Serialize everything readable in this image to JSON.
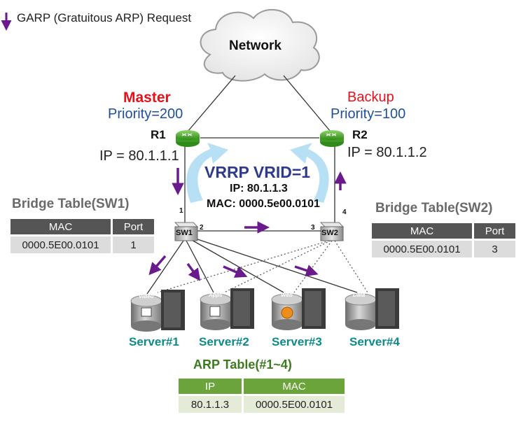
{
  "legend": {
    "text": "GARP (Gratuitous ARP) Request"
  },
  "network": {
    "label": "Network"
  },
  "routers": [
    {
      "role": "Master",
      "priority": "Priority=200",
      "name": "R1",
      "ip": "IP = 80.1.1.1"
    },
    {
      "role": "Backup",
      "priority": "Priority=100",
      "name": "R2",
      "ip": "IP = 80.1.1.2"
    }
  ],
  "vrrp": {
    "title": "VRRP VRID=1",
    "ip": "IP: 80.1.1.3",
    "mac": "MAC: 0000.5e00.0101"
  },
  "switches": [
    {
      "name": "SW1",
      "ports": [
        "1",
        "2"
      ]
    },
    {
      "name": "SW2",
      "ports": [
        "3",
        "4"
      ]
    }
  ],
  "bridge_tables": [
    {
      "title": "Bridge Table(SW1)",
      "headers": [
        "MAC",
        "Port"
      ],
      "rows": [
        [
          "0000.5E00.0101",
          "1"
        ]
      ]
    },
    {
      "title": "Bridge Table(SW2)",
      "headers": [
        "MAC",
        "Port"
      ],
      "rows": [
        [
          "0000.5E00.0101",
          "3"
        ]
      ]
    }
  ],
  "servers": [
    {
      "name": "Server#1",
      "tag": "Video"
    },
    {
      "name": "Server#2",
      "tag": "Apps"
    },
    {
      "name": "Server#3",
      "tag": "Web"
    },
    {
      "name": "Server#4",
      "tag": "Data"
    }
  ],
  "arp_table": {
    "title": "ARP Table(#1~4)",
    "headers": [
      "IP",
      "MAC"
    ],
    "rows": [
      [
        "80.1.1.3",
        "0000.5E00.0101"
      ]
    ]
  },
  "colors": {
    "arrow": "#6a1a8c",
    "master": "#e8101a",
    "priority": "#1f4f9c",
    "router": "#4caf2a",
    "server_label": "#0f8a8a",
    "vrrp_arrow": "#b8e0f5"
  }
}
